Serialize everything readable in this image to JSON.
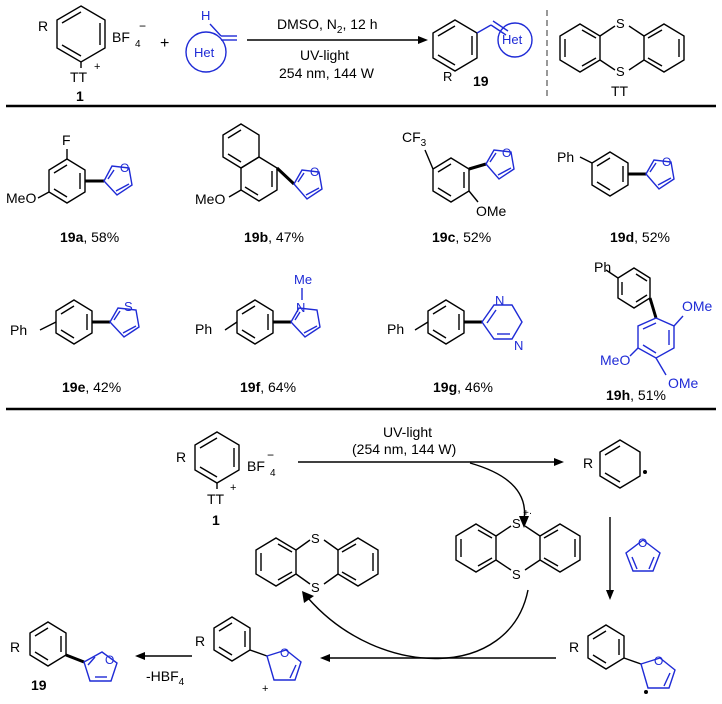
{
  "header": {
    "reagent_r": "R",
    "reagent_anion": "BF",
    "reagent_anion_sub": "4",
    "reagent_anion_charge": "−",
    "reagent_tt": "TT",
    "reagent_tt_charge": "+",
    "reagent_number": "1",
    "plus": "+",
    "alkene_h": "H",
    "alkene_het": "Het",
    "conditions_top": "DMSO, N",
    "conditions_top_sub": "2",
    "conditions_top_tail": ", 12 h",
    "conditions_bottom_1": "UV-light",
    "conditions_bottom_2": "254 nm, 144 W",
    "product_r": "R",
    "product_het": "Het",
    "product_number": "19",
    "tt_atom_s": "S",
    "tt_label": "TT"
  },
  "substrates": [
    {
      "id": "19a",
      "yield": ", 58%",
      "labels": [
        "F",
        "MeO"
      ]
    },
    {
      "id": "19b",
      "yield": ", 47%",
      "labels": [
        "MeO"
      ]
    },
    {
      "id": "19c",
      "yield": ", 52%",
      "labels": [
        "CF",
        "3",
        "OMe"
      ]
    },
    {
      "id": "19d",
      "yield": ", 52%",
      "labels": [
        "Ph"
      ]
    },
    {
      "id": "19e",
      "yield": ", 42%",
      "labels": [
        "Ph",
        "S"
      ]
    },
    {
      "id": "19f",
      "yield": ", 64%",
      "labels": [
        "Ph",
        "N",
        "Me"
      ]
    },
    {
      "id": "19g",
      "yield": ", 46%",
      "labels": [
        "Ph",
        "N",
        "N"
      ]
    },
    {
      "id": "19h",
      "yield": ", 51%",
      "labels": [
        "Ph",
        "OMe",
        "MeO",
        "OMe"
      ]
    }
  ],
  "mechanism": {
    "light_1": "UV-light",
    "light_2": "(254 nm, 144 W)",
    "r": "R",
    "anion": "BF",
    "anion_sub": "4",
    "anion_charge": "−",
    "tt": "TT",
    "tt_charge": "+",
    "number": "1",
    "radical_cation": "+·",
    "s": "S",
    "hbf4": "-HBF",
    "hbf4_sub": "4",
    "cation_charge": "+",
    "radical_dot": "·",
    "product_number": "19",
    "o": "O"
  },
  "colors": {
    "accent": "#1f2bd6",
    "ink": "#000000"
  }
}
